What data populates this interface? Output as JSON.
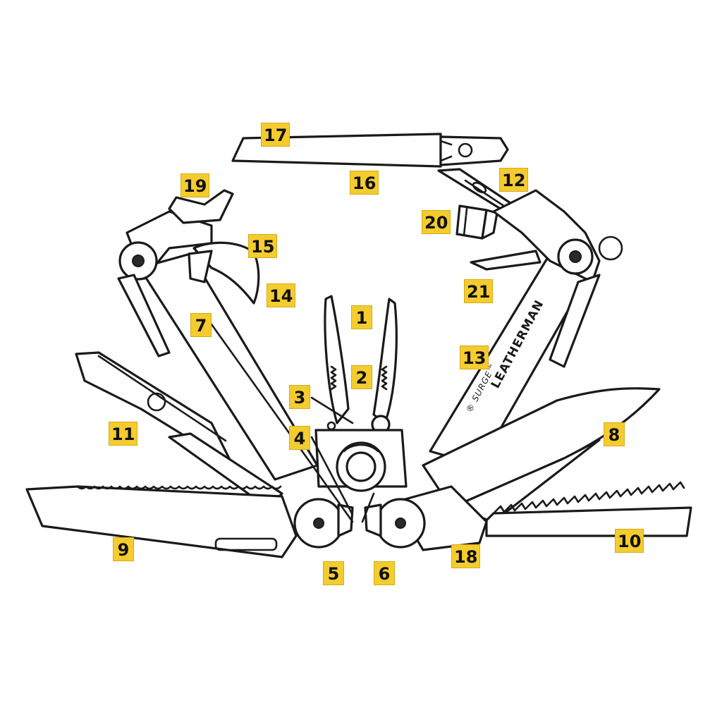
{
  "diagram": {
    "brand_text": "LEATHERMAN",
    "model_text": "SURGE",
    "callout_color": "#f5cc2e",
    "line_color": "#1a1a1a",
    "callouts": [
      {
        "id": "c1",
        "label": "1"
      },
      {
        "id": "c2",
        "label": "2"
      },
      {
        "id": "c3",
        "label": "3"
      },
      {
        "id": "c4",
        "label": "4"
      },
      {
        "id": "c5",
        "label": "5"
      },
      {
        "id": "c6",
        "label": "6"
      },
      {
        "id": "c7",
        "label": "7"
      },
      {
        "id": "c8",
        "label": "8"
      },
      {
        "id": "c9",
        "label": "9"
      },
      {
        "id": "c10",
        "label": "10"
      },
      {
        "id": "c11",
        "label": "11"
      },
      {
        "id": "c12",
        "label": "12"
      },
      {
        "id": "c13",
        "label": "13"
      },
      {
        "id": "c14",
        "label": "14"
      },
      {
        "id": "c15",
        "label": "15"
      },
      {
        "id": "c16",
        "label": "16"
      },
      {
        "id": "c17",
        "label": "17"
      },
      {
        "id": "c18",
        "label": "18"
      },
      {
        "id": "c19",
        "label": "19"
      },
      {
        "id": "c20",
        "label": "20"
      },
      {
        "id": "c21",
        "label": "21"
      }
    ]
  }
}
